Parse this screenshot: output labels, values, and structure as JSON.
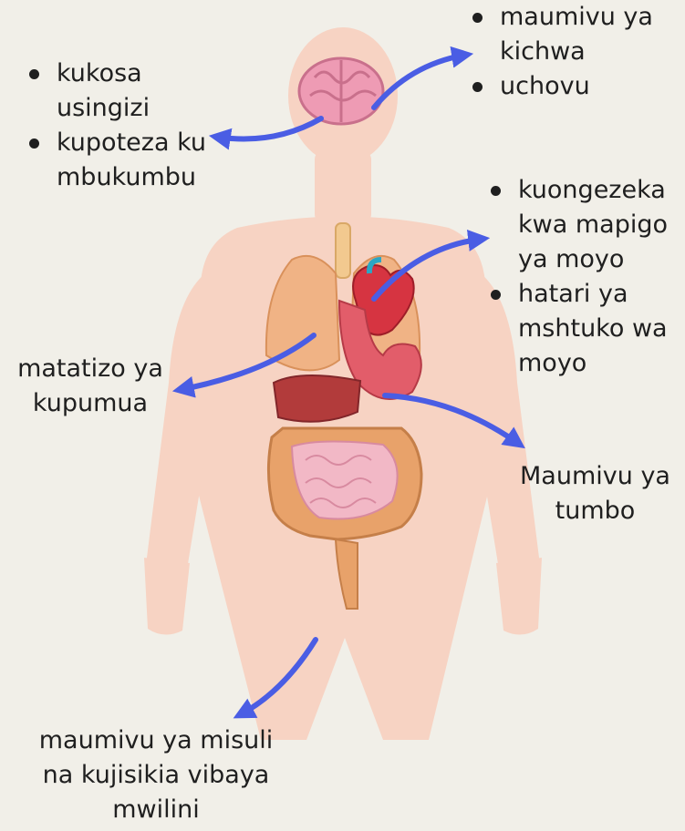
{
  "labels": {
    "head_right": [
      "maumivu ya kichwa",
      "uchovu"
    ],
    "head_left": [
      "kukosa usingizi",
      "kupoteza kumbukumbu"
    ],
    "heart": [
      "kuongezeka kwa mapigo ya moyo",
      "hatari ya mshtuko wa moyo"
    ],
    "lungs": "matatizo ya kupumua",
    "stomach": "Maumivu ya tumbo",
    "muscles": "maumivu ya misuli na kujisikia vibaya mwilini"
  },
  "colors": {
    "background": "#f1efe8",
    "skin": "#f7d3c3",
    "arrow": "#4a5de4",
    "brain": "#ee9bb4",
    "lungs": "#f0b385",
    "heart": "#d63441",
    "liver": "#b23b3b",
    "intestine": "#e8a26a",
    "text": "#1f1f1f"
  }
}
